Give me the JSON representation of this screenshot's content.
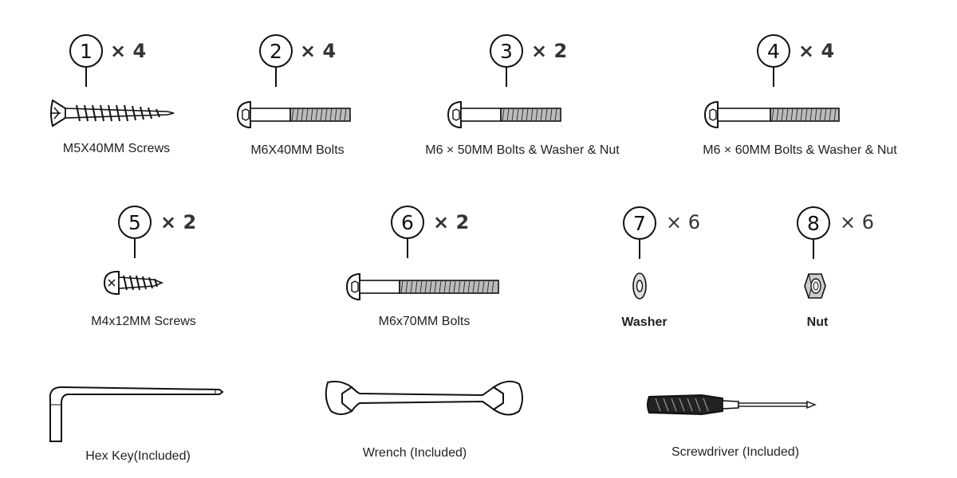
{
  "parts": [
    {
      "number": "1",
      "quantity": "× 4",
      "label": "M5X40MM Screws"
    },
    {
      "number": "2",
      "quantity": "× 4",
      "label": "M6X40MM Bolts"
    },
    {
      "number": "3",
      "quantity": "× 2",
      "label": "M6 × 50MM Bolts & Washer & Nut"
    },
    {
      "number": "4",
      "quantity": "× 4",
      "label": "M6 × 60MM Bolts & Washer & Nut"
    },
    {
      "number": "5",
      "quantity": "× 2",
      "label": "M4x12MM Screws"
    },
    {
      "number": "6",
      "quantity": "× 2",
      "label": "M6x70MM Bolts"
    },
    {
      "number": "7",
      "quantity": "× 6",
      "label": "Washer"
    },
    {
      "number": "8",
      "quantity": "× 6",
      "label": "Nut"
    }
  ],
  "tools": [
    {
      "label": "Hex Key(Included)"
    },
    {
      "label": "Wrench (Included)"
    },
    {
      "label": "Screwdriver  (Included)"
    }
  ],
  "icons": {
    "part_1": "wood-screw-icon",
    "part_2": "bolt-icon",
    "part_3": "bolt-icon",
    "part_4": "bolt-icon",
    "part_5": "pan-head-screw-icon",
    "part_6": "bolt-icon",
    "part_7": "washer-icon",
    "part_8": "hex-nut-icon",
    "tool_1": "hex-key-icon",
    "tool_2": "wrench-icon",
    "tool_3": "screwdriver-icon"
  }
}
